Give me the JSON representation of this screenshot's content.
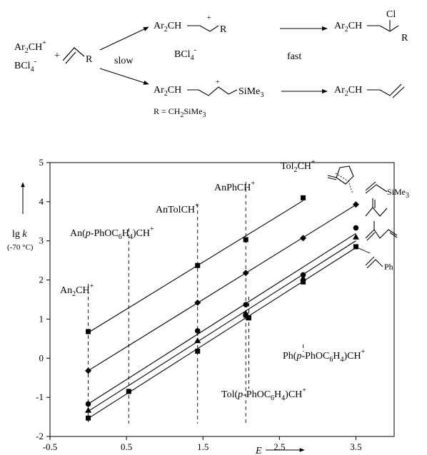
{
  "scheme": {
    "reactant_cation": "Ar2CH+",
    "reactant_anion": "BCl4-",
    "plus": "+",
    "alkene_substituent": "R",
    "slow_label": "slow",
    "fast_label": "fast",
    "upper_intermediate": "Ar2CH–CH2–CH+–R",
    "upper_intermediate_anion": "BCl4-",
    "upper_product": "Ar2CH–CH2–CHCl–R",
    "lower_intermediate": "Ar2CH–CH2–CH+–CH2SiMe3",
    "lower_product": "Ar2CH–CH2–CH=CH2",
    "r_definition": "R = CH2SiMe3"
  },
  "chart_data": {
    "type": "scatter",
    "title": "",
    "xlabel": "E",
    "ylabel": "lg k",
    "ylabel_condition": "(-70 °C)",
    "xlim": [
      -0.5,
      4.0
    ],
    "ylim": [
      -2,
      5
    ],
    "xticks": [
      "-0.5",
      "0.5",
      "1.5",
      "2.5",
      "3.5"
    ],
    "yticks": [
      "-2",
      "-1",
      "0",
      "1",
      "2",
      "3",
      "4",
      "5"
    ],
    "grid": false,
    "series": [
      {
        "marker": "square",
        "x": [
          0.0,
          1.43,
          2.06,
          2.81
        ],
        "y": [
          0.68,
          2.37,
          3.03,
          4.1
        ]
      },
      {
        "marker": "diamond",
        "x": [
          0.0,
          1.43,
          2.06,
          2.81,
          3.5
        ],
        "y": [
          -0.32,
          1.42,
          2.18,
          3.07,
          3.93
        ]
      },
      {
        "marker": "circle",
        "x": [
          0.0,
          1.43,
          2.06,
          2.81,
          3.5
        ],
        "y": [
          -1.17,
          0.7,
          1.37,
          2.13,
          3.33
        ]
      },
      {
        "marker": "triangle",
        "x": [
          0.0,
          1.43,
          2.06,
          2.81,
          3.5
        ],
        "y": [
          -1.33,
          0.45,
          1.15,
          2.05,
          3.1
        ]
      },
      {
        "marker": "square",
        "x": [
          0.0,
          0.53,
          1.43,
          2.06,
          2.1,
          2.81,
          3.5
        ],
        "y": [
          -1.53,
          -0.85,
          0.18,
          1.1,
          1.03,
          1.95,
          2.85
        ]
      }
    ],
    "electrophile_labels": [
      {
        "text": "An2CH+",
        "x": 0.0
      },
      {
        "text": "An(p-PhOC6H4)CH+",
        "x": 0.53
      },
      {
        "text": "AnTolCH+",
        "x": 1.43
      },
      {
        "text": "AnPhCH+",
        "x": 2.06
      },
      {
        "text": "Tol(p-PhOC6H4)CH+",
        "x": 2.1
      },
      {
        "text": "Ph(p-PhOC6H4)CH+",
        "x": 2.81
      },
      {
        "text": "Tol2CH+",
        "x": 3.5
      }
    ],
    "nucleophile_labels": [
      "SiMe3",
      "Ph"
    ]
  }
}
